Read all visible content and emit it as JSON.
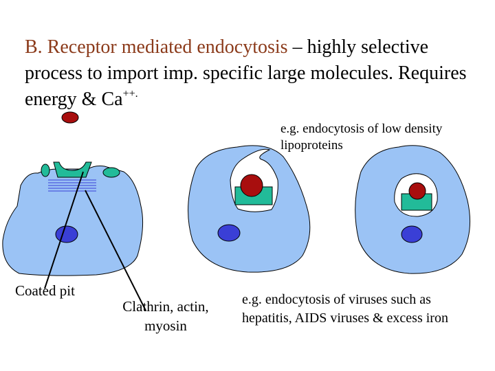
{
  "title": {
    "part1": "B. Receptor mediated endocytosis",
    "dash": " – ",
    "part2": "highly selective process to import imp. specific large molecules. Requires energy & Ca",
    "superscript": "++."
  },
  "labels": {
    "ldl_example_line1": "e.g. endocytosis of low density",
    "ldl_example_line2": "lipoproteins",
    "coated_pit": "Coated pit",
    "clathrin_line1": "Clathrin, actin,",
    "clathrin_line2": "myosin",
    "virus_example_line1": "e.g. endocytosis of viruses such as",
    "virus_example_line2": "hepatitis, AIDS viruses & excess iron"
  },
  "colors": {
    "cell": "#9BC3F5",
    "nucleus": "#3A3FD6",
    "ligand": "#A80E0E",
    "receptor": "#22BB99",
    "title_accent": "#8B3A1A"
  }
}
